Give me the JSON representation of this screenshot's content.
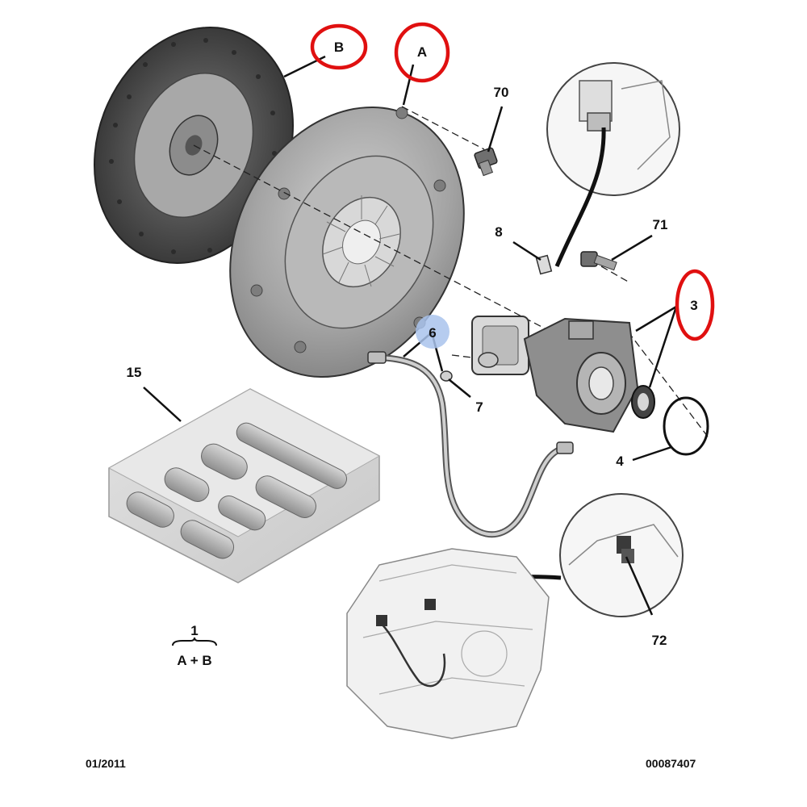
{
  "labels": {
    "A": "A",
    "B": "B",
    "n70": "70",
    "n71": "71",
    "n8": "8",
    "n6": "6",
    "n7": "7",
    "n3": "3",
    "n4": "4",
    "n15": "15",
    "n72": "72",
    "n1": "1",
    "a_plus_b": "A + B"
  },
  "footer": {
    "date": "01/2011",
    "ref": "00087407"
  },
  "colors": {
    "highlight_red": "#e01010",
    "highlight_blue": "#a9c3ec",
    "part_gray": "#9c9c9c",
    "ink": "#111111"
  }
}
